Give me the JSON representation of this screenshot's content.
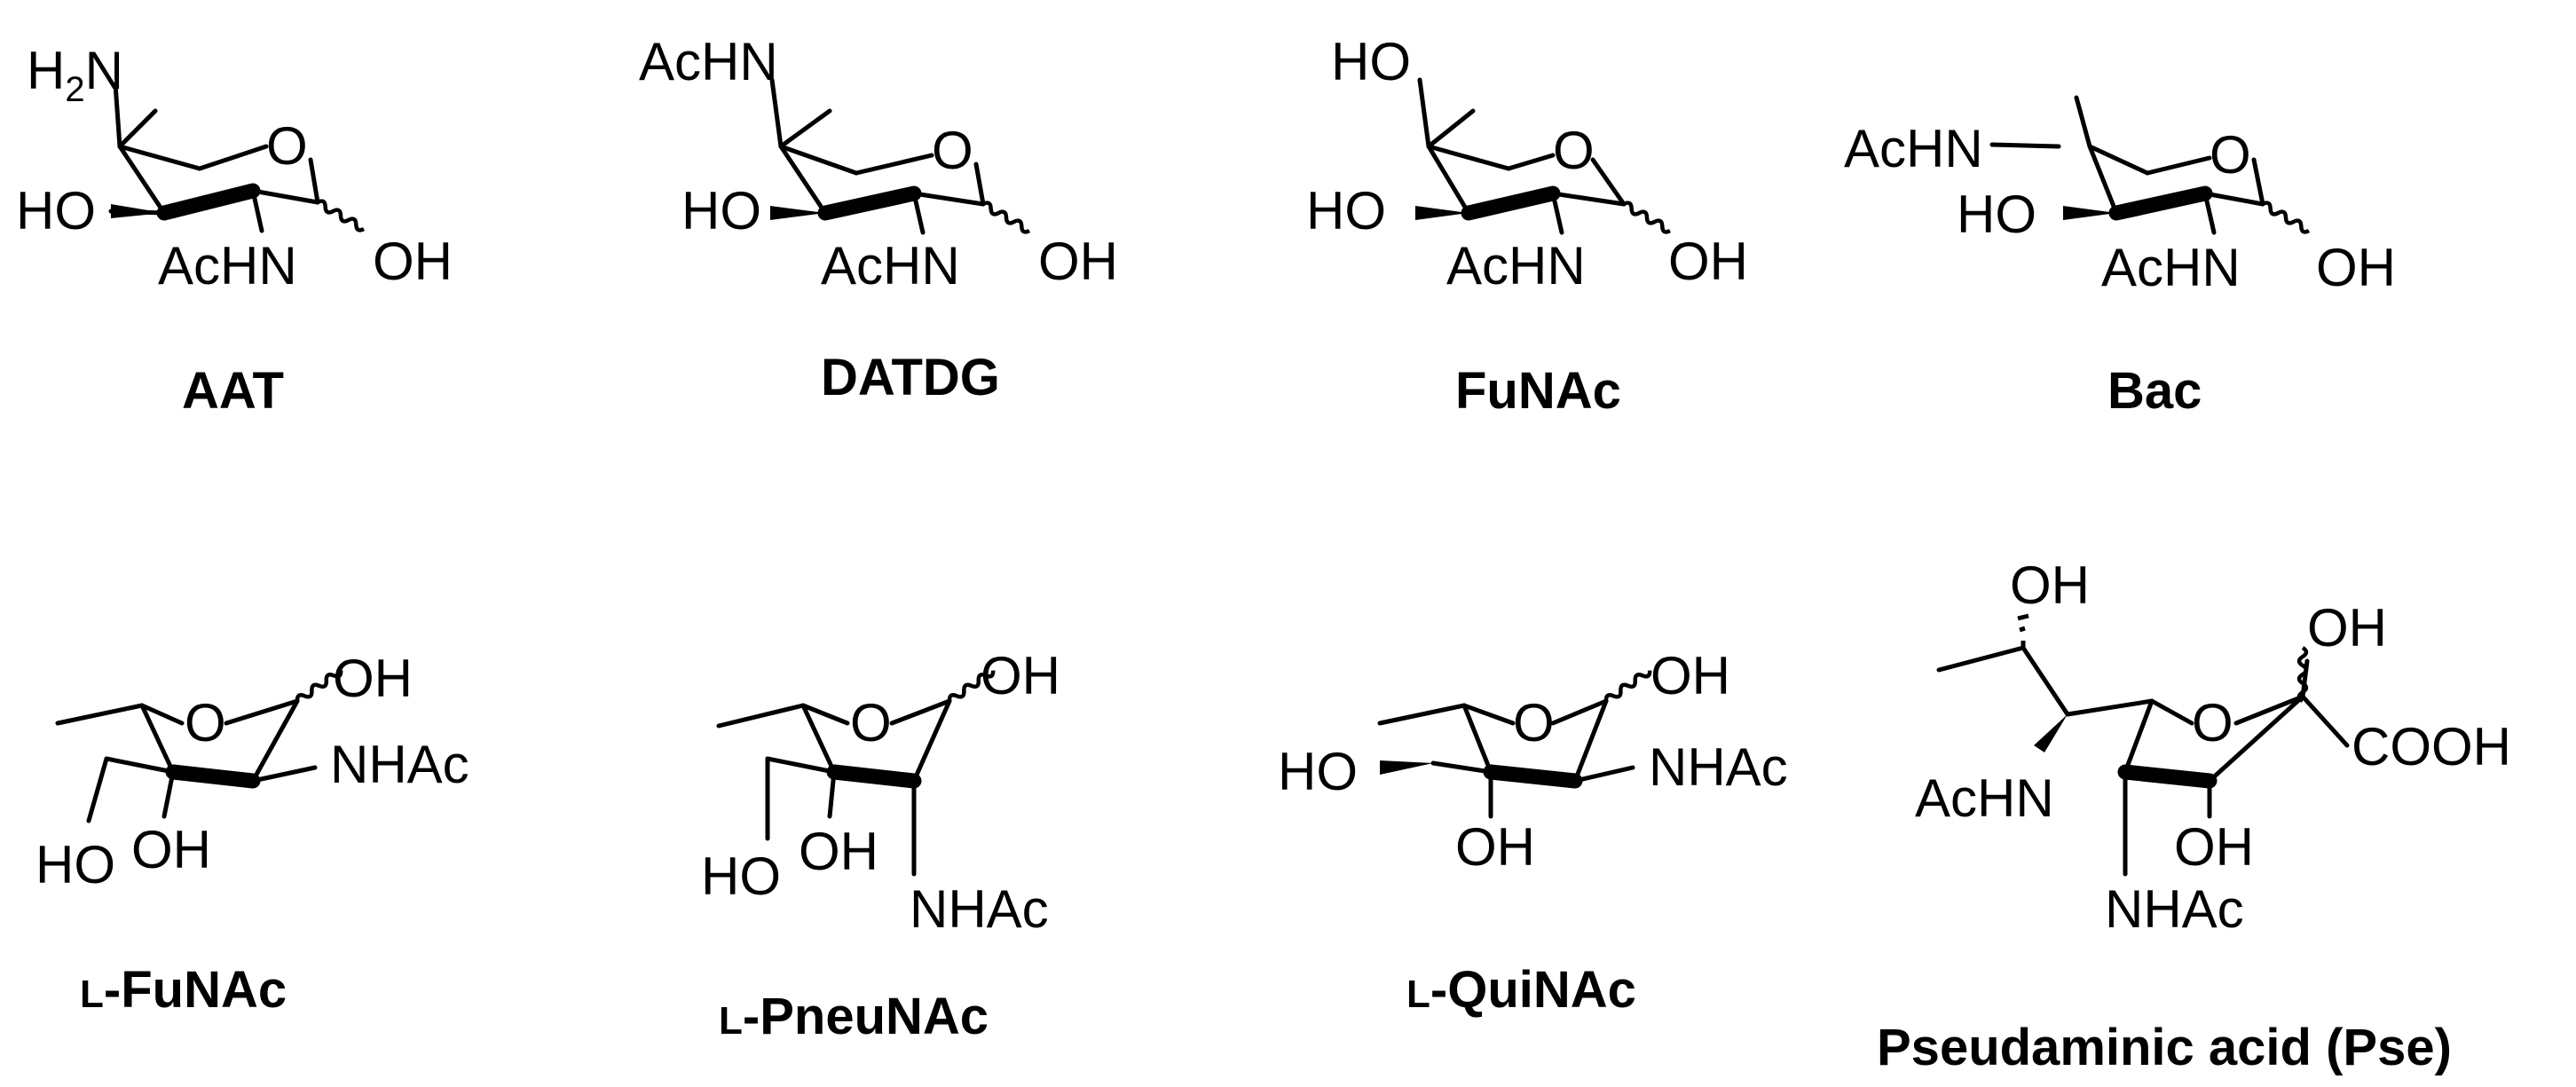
{
  "molecules": [
    {
      "id": "AAT",
      "name": "AAT",
      "atoms": {
        "amine": "H2N",
        "amine_h": "H",
        "amine_sub": "2",
        "amine_n": "N",
        "ring_o": "O",
        "hydroxyl_c3": "HO",
        "acetamido_c2": "AcHN",
        "anomeric_oh": "OH"
      }
    },
    {
      "id": "DATDG",
      "name": "DATDG",
      "atoms": {
        "acetamido_c4": "AcHN",
        "ring_o": "O",
        "hydroxyl_c3": "HO",
        "acetamido_c2": "AcHN",
        "anomeric_oh": "OH"
      }
    },
    {
      "id": "FuNAc",
      "name": "FuNAc",
      "atoms": {
        "hydroxyl_c4": "HO",
        "ring_o": "O",
        "hydroxyl_c3": "HO",
        "acetamido_c2": "AcHN",
        "anomeric_oh": "OH"
      }
    },
    {
      "id": "Bac",
      "name": "Bac",
      "atoms": {
        "acetamido_c4": "AcHN",
        "ring_o": "O",
        "hydroxyl_c3": "HO",
        "acetamido_c2": "AcHN",
        "anomeric_oh": "OH"
      }
    },
    {
      "id": "L-FuNAc",
      "name_prefix": "L",
      "name": "-FuNAc",
      "atoms": {
        "anomeric_oh": "OH",
        "ring_o": "O",
        "acetamido_c2": "NHAc",
        "hydroxyl_c4": "HO",
        "hydroxyl_c3": "OH"
      }
    },
    {
      "id": "L-PneuNAc",
      "name_prefix": "L",
      "name": "-PneuNAc",
      "atoms": {
        "anomeric_oh": "OH",
        "ring_o": "O",
        "hydroxyl_c4": "HO",
        "hydroxyl_c3": "OH",
        "acetamido_c2": "NHAc"
      }
    },
    {
      "id": "L-QuiNAc",
      "name_prefix": "L",
      "name": "-QuiNAc",
      "atoms": {
        "anomeric_oh": "OH",
        "ring_o": "O",
        "hydroxyl_c4": "HO",
        "acetamido_c2": "NHAc",
        "hydroxyl_c3": "OH"
      }
    },
    {
      "id": "Pse",
      "name": "Pseudaminic acid (Pse)",
      "atoms": {
        "side_oh": "OH",
        "anomeric_oh": "OH",
        "ring_o": "O",
        "carboxyl": "COOH",
        "acetamido_side": "AcHN",
        "hydroxyl_ring": "OH",
        "acetamido_ring": "NHAc"
      }
    }
  ]
}
